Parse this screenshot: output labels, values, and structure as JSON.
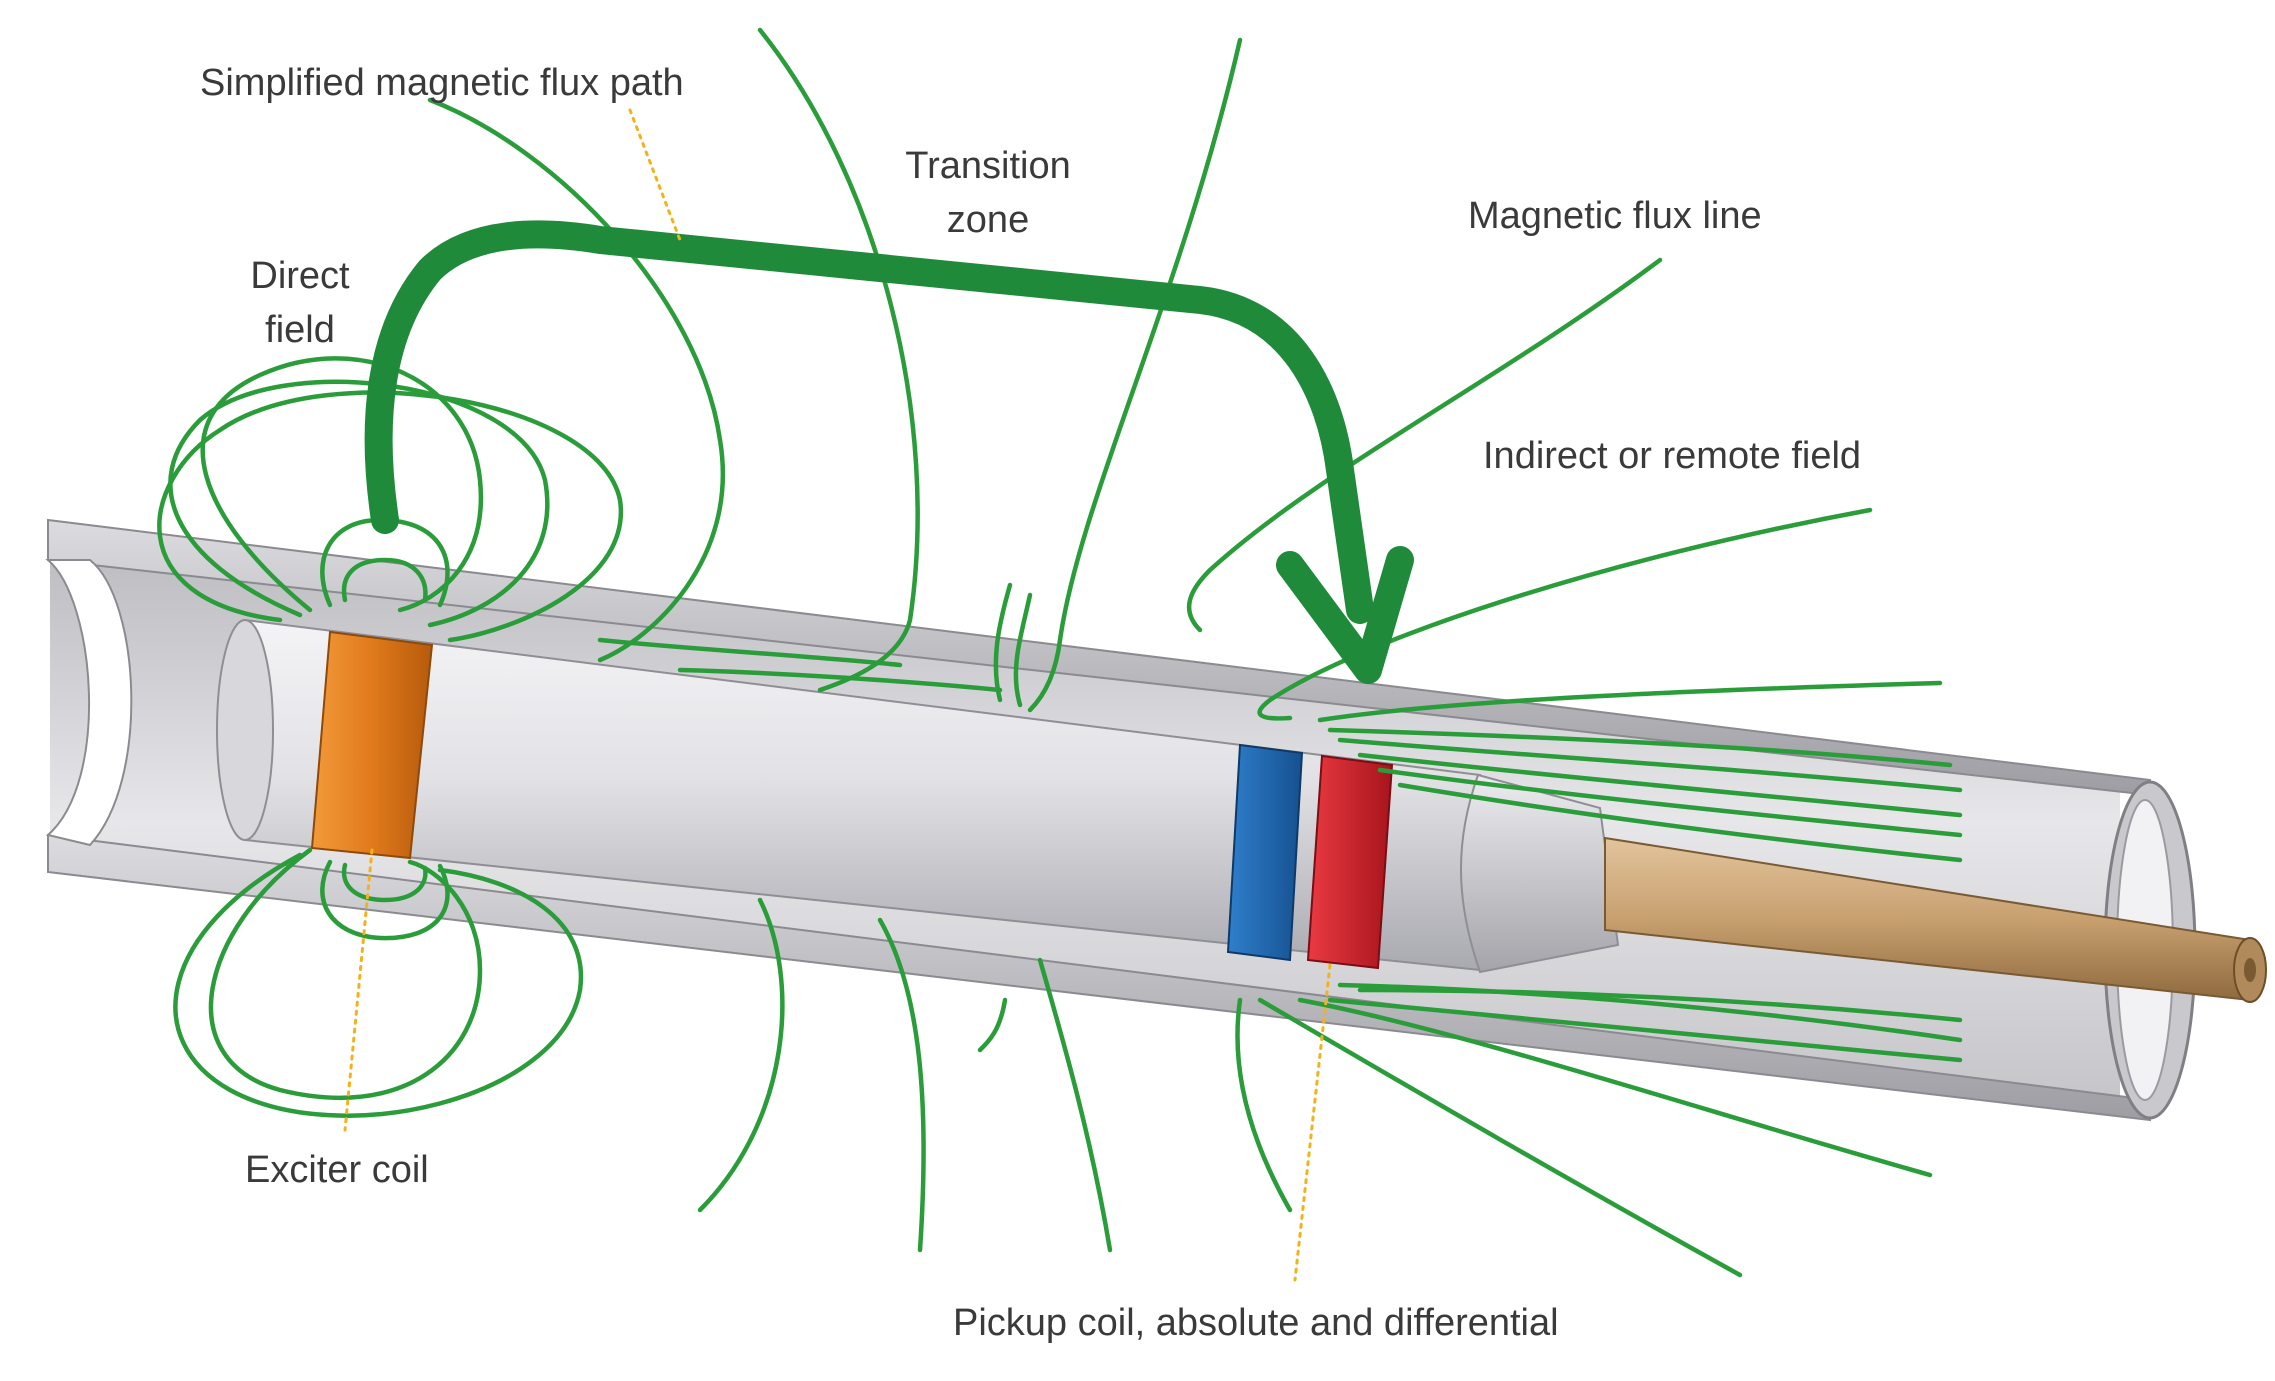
{
  "labels": {
    "simplified_path": "Simplified magnetic flux path",
    "transition_line1": "Transition",
    "transition_line2": "zone",
    "direct_line1": "Direct",
    "direct_line2": "field",
    "flux_line": "Magnetic flux line",
    "indirect_field": "Indirect or remote field",
    "exciter_coil": "Exciter coil",
    "pickup_coil": "Pickup coil, absolute and differential"
  },
  "colors": {
    "flux_lines": "#2a9d3a",
    "flux_arrow": "#1f8a3a",
    "exciter_coil": "#e07a1c",
    "pickup_absolute": "#1a5fa8",
    "pickup_differential": "#d4202a",
    "pipe": "#c8c8cc",
    "probe_body": "#dedee2",
    "cable": "#c8a070",
    "leader": "#f2b21b"
  },
  "icons": {
    "flux_path_arrow": "curved-arrow-icon"
  }
}
